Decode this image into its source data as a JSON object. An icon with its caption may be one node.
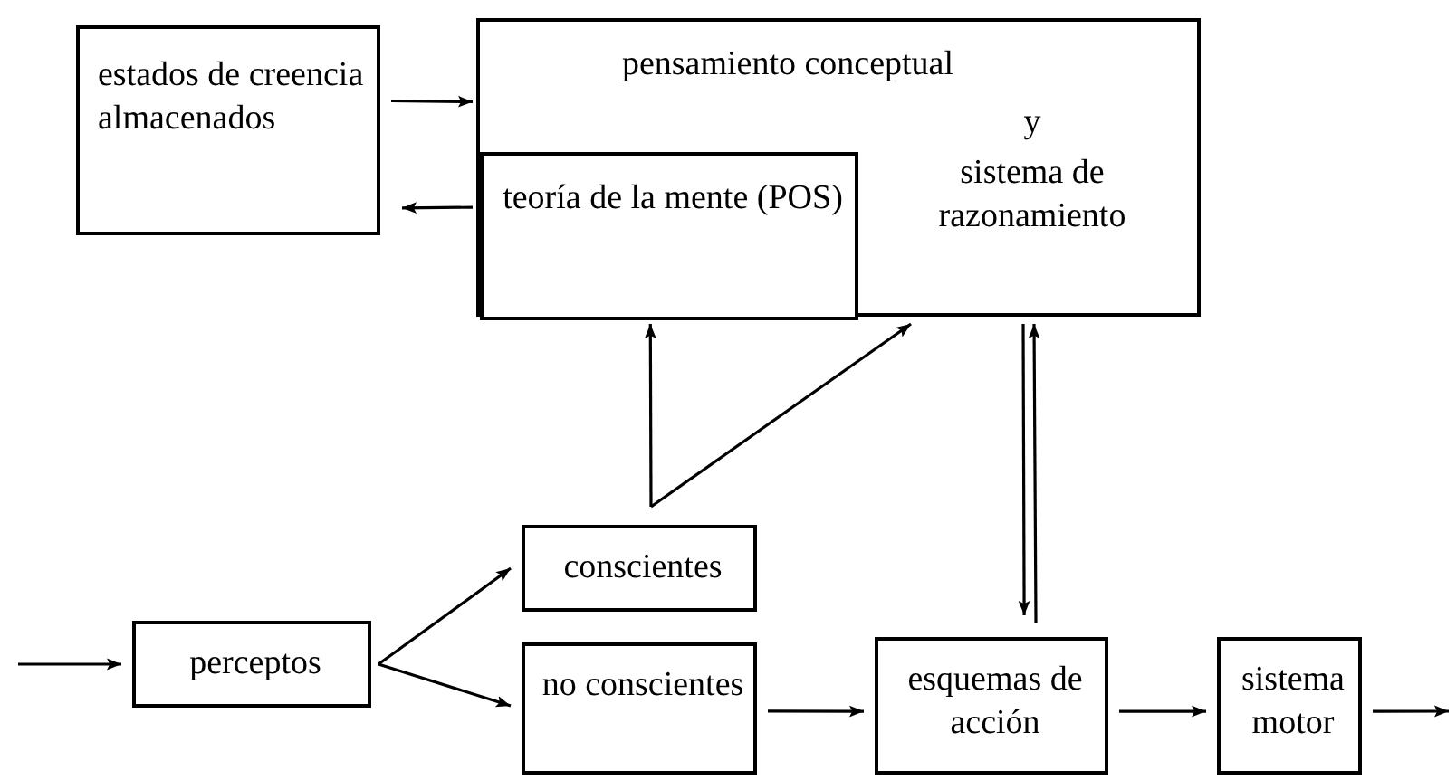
{
  "diagram": {
    "nodes": [
      {
        "text": [
          "estados de creencia almacenados"
        ]
      },
      {
        "text": [
          "pensamiento conceptual",
          "y",
          "sistema de razonamiento"
        ]
      },
      {
        "text": [
          "teoría de la mente (POS)"
        ],
        "in": 1
      },
      {
        "text": [
          "conscientes"
        ]
      },
      {
        "text": [
          "perceptos"
        ]
      },
      {
        "text": [
          "no conscientes"
        ]
      },
      {
        "text": [
          "esquemas de acción"
        ]
      },
      {
        "text": [
          "sistema motor"
        ]
      }
    ],
    "edges": [
      {
        "from": 0,
        "to": 1,
        "arrow": "to"
      },
      {
        "from": 2,
        "to": 0,
        "arrow": "to"
      },
      {
        "from": 3,
        "to": 2,
        "arrow": "to"
      },
      {
        "from": 3,
        "to": 1,
        "arrow": "to"
      },
      {
        "from": 1,
        "to": 6,
        "arrow": "to"
      },
      {
        "from": 6,
        "to": 1,
        "arrow": "to"
      },
      {
        "from": null,
        "to": 4,
        "arrow": "to"
      },
      {
        "from": 4,
        "to": 3,
        "arrow": "to"
      },
      {
        "from": 4,
        "to": 5,
        "arrow": "to"
      },
      {
        "from": 5,
        "to": 6,
        "arrow": "to"
      },
      {
        "from": 6,
        "to": 7,
        "arrow": "to"
      },
      {
        "from": 7,
        "to": null,
        "arrow": "to"
      }
    ]
  }
}
